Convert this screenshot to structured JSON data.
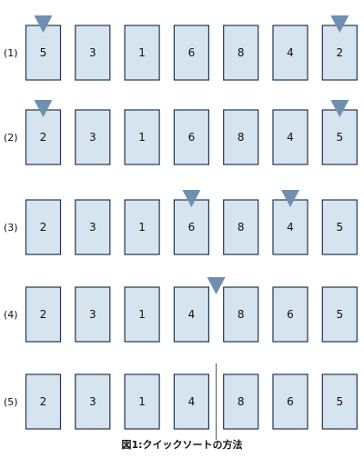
{
  "figure": {
    "caption": "図1:クイックソートの方法",
    "colors": {
      "card_fill": "#d6e4ef",
      "card_border": "#243650",
      "pointer": "#6f8fb0",
      "divider": "#666666",
      "text": "#111111"
    },
    "rows": [
      {
        "label": "(1)",
        "values": [
          "5",
          "3",
          "1",
          "6",
          "8",
          "4",
          "2"
        ],
        "pointers": [
          0,
          6
        ],
        "partition_after": null
      },
      {
        "label": "(2)",
        "values": [
          "2",
          "3",
          "1",
          "6",
          "8",
          "4",
          "5"
        ],
        "pointers": [
          0,
          6
        ],
        "partition_after": null
      },
      {
        "label": "(3)",
        "values": [
          "2",
          "3",
          "1",
          "6",
          "8",
          "4",
          "5"
        ],
        "pointers": [
          3,
          5
        ],
        "partition_after": null
      },
      {
        "label": "(4)",
        "values": [
          "2",
          "3",
          "1",
          "4",
          "8",
          "6",
          "5"
        ],
        "pointers": [
          3.5
        ],
        "partition_after": null
      },
      {
        "label": "(5)",
        "values": [
          "2",
          "3",
          "1",
          "4",
          "8",
          "6",
          "5"
        ],
        "pointers": [],
        "partition_after": 3
      }
    ]
  }
}
